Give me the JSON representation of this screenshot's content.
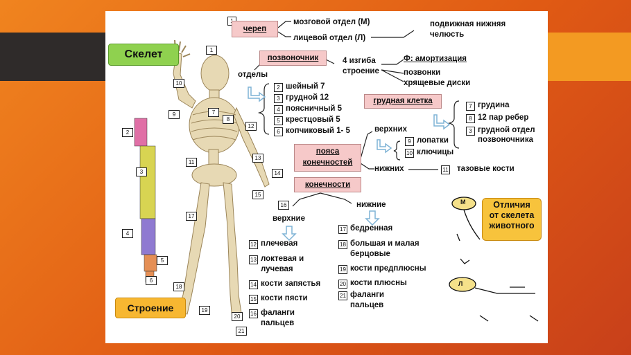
{
  "labels": {
    "skeleton_title": "Скелет",
    "structure_title": "Строение",
    "differences": [
      "Отличия",
      "от скелета",
      "животного"
    ]
  },
  "skull": {
    "num": "1",
    "title": "череп",
    "brain": "мозговой отдел (М)",
    "face": "лицевой отдел (Л)",
    "jaw": [
      "подвижная нижняя",
      "челюсть"
    ]
  },
  "spine": {
    "title": "позвоночник",
    "sections_label": "отделы",
    "curves": [
      "4 изгиба",
      "строение"
    ],
    "shock": "Ф: амортизация",
    "vertebrae": "позвонки",
    "discs": "хрящевые диски",
    "sections": [
      {
        "num": "2",
        "label": "шейный 7"
      },
      {
        "num": "3",
        "label": "грудной 12"
      },
      {
        "num": "4",
        "label": "поясничный 5"
      },
      {
        "num": "5",
        "label": "крестцовый 5"
      },
      {
        "num": "6",
        "label": "копчиковый 1- 5"
      }
    ]
  },
  "chest": {
    "title": "грудная клетка",
    "items": [
      {
        "num": "7",
        "label": "грудина"
      },
      {
        "num": "8",
        "label": "12 пар ребер"
      },
      {
        "num": "3",
        "label": "грудной отдел"
      }
    ],
    "item_cont": "позвоночника"
  },
  "girdles": {
    "title": [
      "пояса",
      "конечностей"
    ],
    "upper": "верхних",
    "lower": "нижних",
    "upper_items": [
      {
        "num": "9",
        "label": "лопатки"
      },
      {
        "num": "10",
        "label": "ключицы"
      }
    ],
    "lower_item": {
      "num": "11",
      "label": "тазовые кости"
    }
  },
  "limbs": {
    "title": "конечности",
    "upper": "верхние",
    "lower": "нижние",
    "upper_items": [
      {
        "num": "12",
        "label": "плечевая"
      },
      {
        "num": "13",
        "label": "локтевая и"
      },
      {
        "num": "14",
        "label": "кости запястья"
      },
      {
        "num": "15",
        "label": "кости пясти"
      },
      {
        "num": "16",
        "label": "фаланги"
      }
    ],
    "upper_conts": {
      "13": "лучевая",
      "16": "пальцев"
    },
    "lower_items": [
      {
        "num": "17",
        "label": "бедренная"
      },
      {
        "num": "18",
        "label": "большая и малая"
      },
      {
        "num": "19",
        "label": "кости предплюсны"
      },
      {
        "num": "20",
        "label": "кости плюсны"
      },
      {
        "num": "21",
        "label": "фаланги"
      }
    ],
    "lower_conts": {
      "18": "берцовые",
      "21": "пальцев"
    }
  },
  "figure_numbers": [
    "1",
    "10",
    "9",
    "7",
    "8",
    "12",
    "11",
    "13",
    "14",
    "15",
    "16",
    "17",
    "18",
    "19",
    "20",
    "21",
    "2",
    "3",
    "4",
    "5",
    "6"
  ],
  "animal": {
    "m": "М",
    "l": "Л"
  },
  "colors": {
    "pink_box": "#f6c9c9",
    "green": "#8fd14f",
    "yellow": "#f7b731",
    "arrow": "#7fb3d5"
  }
}
